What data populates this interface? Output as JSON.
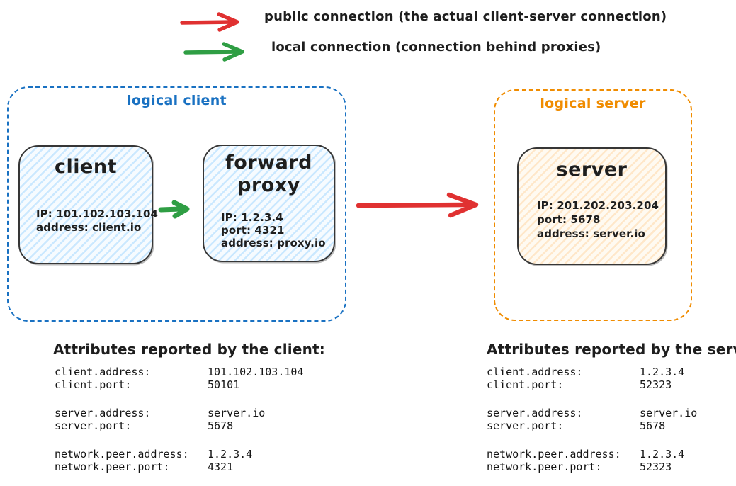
{
  "legend": {
    "public_label": "public connection (the actual client-server connection)",
    "public_color": "#e03131",
    "local_label": "local connection (connection behind proxies)",
    "local_color": "#2f9e44"
  },
  "logical_client": {
    "label": "logical client",
    "border_color": "#1971c2",
    "client_node": {
      "title": "client",
      "line1": "IP: 101.102.103.104",
      "line2": "address: client.io"
    },
    "proxy_node": {
      "title_line1": "forward",
      "title_line2": "proxy",
      "line1": "IP: 1.2.3.4",
      "line2": "port: 4321",
      "line3": "address: proxy.io"
    }
  },
  "logical_server": {
    "label": "logical server",
    "border_color": "#f08c00",
    "server_node": {
      "title": "server",
      "line1": "IP: 201.202.203.204",
      "line2": "port: 5678",
      "line3": "address: server.io"
    }
  },
  "client_attributes": {
    "title": "Attributes reported by the client:",
    "rows": [
      {
        "key": "client.address:",
        "value": "101.102.103.104"
      },
      {
        "key": "client.port:",
        "value": "50101"
      },
      {
        "key": "server.address:",
        "value": "server.io"
      },
      {
        "key": "server.port:",
        "value": "5678"
      },
      {
        "key": "network.peer.address:",
        "value": "1.2.3.4"
      },
      {
        "key": "network.peer.port:",
        "value": "4321"
      }
    ]
  },
  "server_attributes": {
    "title": "Attributes reported by the server:",
    "rows": [
      {
        "key": "client.address:",
        "value": "1.2.3.4"
      },
      {
        "key": "client.port:",
        "value": "52323"
      },
      {
        "key": "server.address:",
        "value": "server.io"
      },
      {
        "key": "server.port:",
        "value": "5678"
      },
      {
        "key": "network.peer.address:",
        "value": "1.2.3.4"
      },
      {
        "key": "network.peer.port:",
        "value": "52323"
      }
    ]
  }
}
